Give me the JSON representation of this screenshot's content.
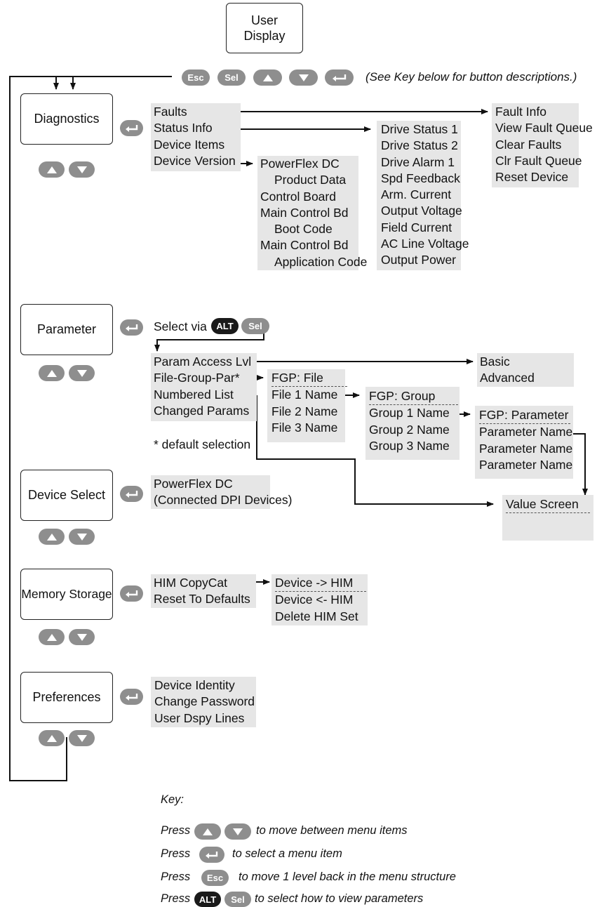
{
  "top_box": {
    "line1": "User",
    "line2": "Display"
  },
  "top_buttons": {
    "esc": "Esc",
    "sel": "Sel",
    "note": "(See Key below for button descriptions.)"
  },
  "menus": {
    "diagnostics": "Diagnostics",
    "parameter": "Parameter",
    "device_select": "Device Select",
    "memory_storage": "Memory Storage",
    "preferences": "Preferences"
  },
  "diagnostics": {
    "items": [
      "Faults",
      "Status Info",
      "Device Items",
      "Device Version"
    ],
    "fault_items": [
      "Fault Info",
      "View Fault Queue",
      "Clear Faults",
      "Clr Fault Queue",
      "Reset Device"
    ],
    "status_items": [
      "Drive Status 1",
      "Drive Status 2",
      "Drive Alarm 1",
      "Spd Feedback",
      "Arm. Current",
      "Output Voltage",
      "Field Current",
      "AC Line Voltage",
      "Output Power"
    ],
    "version_items": [
      "PowerFlex DC",
      "Product Data",
      "Control Board",
      "Main Control Bd",
      "Boot Code",
      "Main Control Bd",
      "Application Code"
    ]
  },
  "parameter": {
    "select_via": "Select via",
    "alt": "ALT",
    "sel": "Sel",
    "items": [
      "Param Access Lvl",
      "File-Group-Par*",
      "Numbered List",
      "Changed Params"
    ],
    "default_note": "* default selection",
    "access_items": [
      "Basic",
      "Advanced"
    ],
    "fgp_file_header": "FGP: File",
    "file_items": [
      "File 1 Name",
      "File 2 Name",
      "File 3 Name"
    ],
    "fgp_group_header": "FGP: Group",
    "group_items": [
      "Group 1 Name",
      "Group 2 Name",
      "Group 3 Name"
    ],
    "fgp_param_header": "FGP: Parameter",
    "param_items": [
      "Parameter Name",
      "Parameter Name",
      "Parameter Name"
    ],
    "value_screen": "Value Screen"
  },
  "device_select": {
    "items": [
      "PowerFlex DC",
      "(Connected DPI Devices)"
    ]
  },
  "memory_storage": {
    "items": [
      "HIM CopyCat",
      "Reset To Defaults"
    ],
    "copycat_items": [
      "Device -> HIM",
      "Device <- HIM",
      "Delete HIM Set"
    ]
  },
  "preferences": {
    "items": [
      "Device Identity",
      "Change Password",
      "User Dspy Lines"
    ]
  },
  "key": {
    "title": "Key:",
    "press": "Press",
    "move_text": "to move between menu items",
    "select_text": "to select a menu item",
    "esc_label": "Esc",
    "esc_text": "to move 1 level back in the menu structure",
    "alt_label": "ALT",
    "sel_label": "Sel",
    "altsel_text": "to select how to view parameters"
  }
}
